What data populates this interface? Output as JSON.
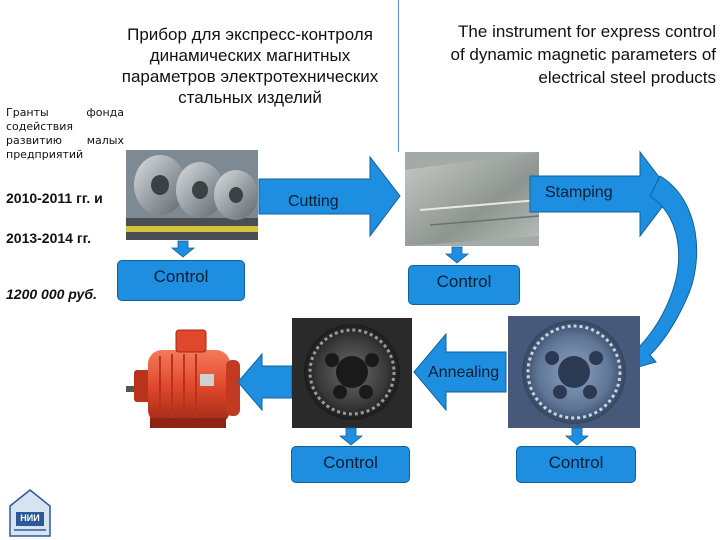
{
  "title_ru": "Прибор для экспресс-контроля\nдинамических магнитных\nпараметров электротехнических\nстальных изделий",
  "title_en": "The instrument for express control\nof dynamic magnetic parameters of\nelectrical steel products",
  "funding": {
    "grants_lines": [
      "Гранты фонда",
      "содействия",
      "развитию малых",
      "предприятий"
    ],
    "years_line1": "2010-2011 гг. и",
    "years_line2": "2013-2014 гг.",
    "amount": "1200 000 руб."
  },
  "process": {
    "cutting": "Cutting",
    "stamping": "Stamping",
    "annealing": "Annealing",
    "control": "Control"
  },
  "colors": {
    "arrow_fill": "#1e8fe0",
    "arrow_stroke": "#12609a",
    "motor_body": "#e0482c",
    "divider": "#5b8fc6"
  },
  "logo": {
    "text": "НИИ"
  }
}
